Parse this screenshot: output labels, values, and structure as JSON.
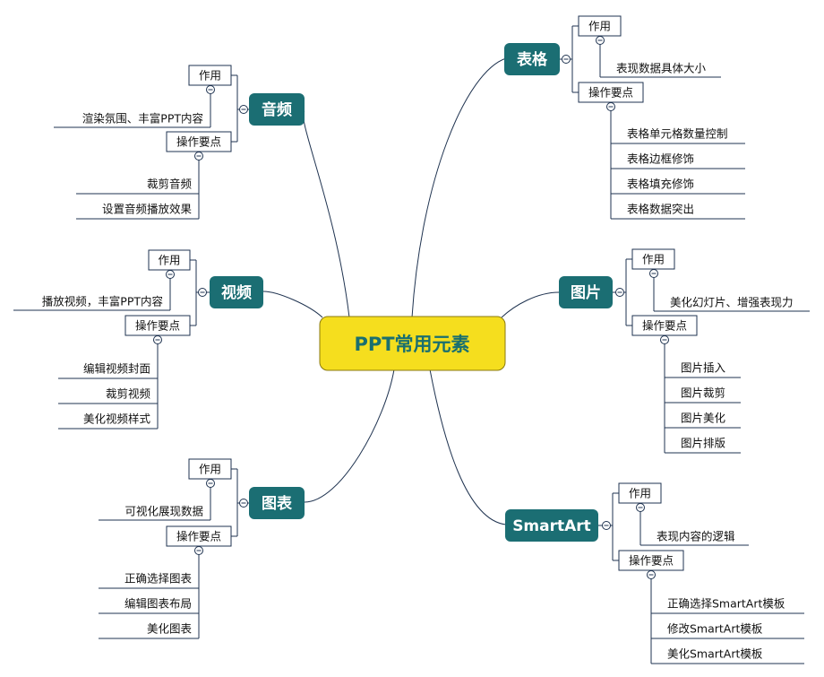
{
  "central": {
    "label": "PPT常用元素"
  },
  "topics": {
    "audio": {
      "label": "音频",
      "role": {
        "label": "作用",
        "items": [
          "渲染氛围、丰富PPT内容"
        ]
      },
      "ops": {
        "label": "操作要点",
        "items": [
          "裁剪音频",
          "设置音频播放效果"
        ]
      }
    },
    "video": {
      "label": "视频",
      "role": {
        "label": "作用",
        "items": [
          "播放视频，丰富PPT内容"
        ]
      },
      "ops": {
        "label": "操作要点",
        "items": [
          "编辑视频封面",
          "裁剪视频",
          "美化视频样式"
        ]
      }
    },
    "chart": {
      "label": "图表",
      "role": {
        "label": "作用",
        "items": [
          "可视化展现数据"
        ]
      },
      "ops": {
        "label": "操作要点",
        "items": [
          "正确选择图表",
          "编辑图表布局",
          "美化图表"
        ]
      }
    },
    "table": {
      "label": "表格",
      "role": {
        "label": "作用",
        "items": [
          "表现数据具体大小"
        ]
      },
      "ops": {
        "label": "操作要点",
        "items": [
          "表格单元格数量控制",
          "表格边框修饰",
          "表格填充修饰",
          "表格数据突出"
        ]
      }
    },
    "picture": {
      "label": "图片",
      "role": {
        "label": "作用",
        "items": [
          "美化幻灯片、增强表现力"
        ]
      },
      "ops": {
        "label": "操作要点",
        "items": [
          "图片插入",
          "图片裁剪",
          "图片美化",
          "图片排版"
        ]
      }
    },
    "smartart": {
      "label": "SmartArt",
      "role": {
        "label": "作用",
        "items": [
          "表现内容的逻辑"
        ]
      },
      "ops": {
        "label": "操作要点",
        "items": [
          "正确选择SmartArt模板",
          "修改SmartArt模板",
          "美化SmartArt模板"
        ]
      }
    }
  },
  "colors": {
    "topic_fill": "#1b6e73",
    "central_fill": "#f5de1e",
    "central_text": "#1a6f6f",
    "line": "#1f3350"
  }
}
